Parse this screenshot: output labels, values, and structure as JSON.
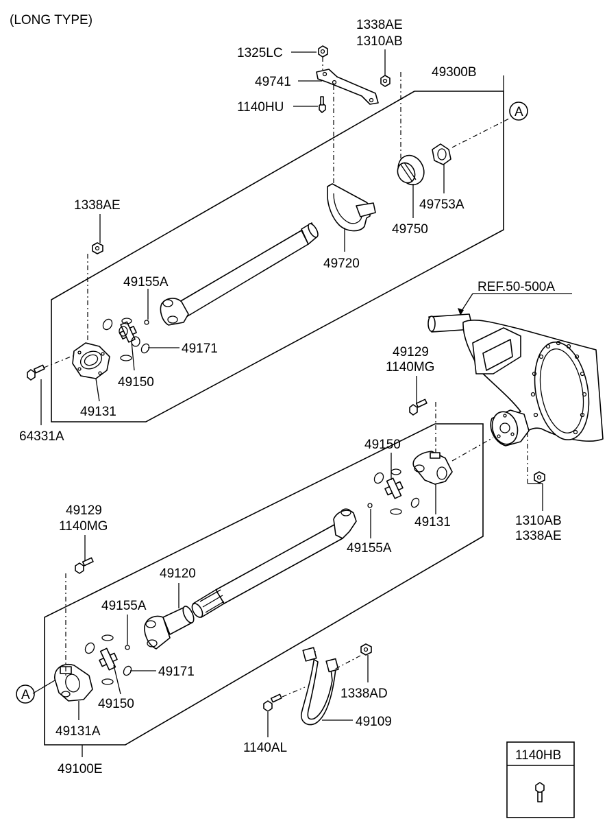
{
  "header": {
    "title": "(LONG TYPE)"
  },
  "labels": {
    "p1338AE_top": "1338AE",
    "p1310AB_top": "1310AB",
    "p1325LC": "1325LC",
    "p49741": "49741",
    "p1140HU": "1140HU",
    "p49300B": "49300B",
    "pA_top": "A",
    "p49753A": "49753A",
    "p49750": "49750",
    "p49720": "49720",
    "p1338AE_left": "1338AE",
    "p49155A_upper": "49155A",
    "p49171_upper": "49171",
    "p49150_upper": "49150",
    "p49131_upper": "49131",
    "p64331A": "64331A",
    "pREF": "REF.50-500A",
    "p49129_right": "49129",
    "p1140MG_right": "1140MG",
    "p49150_right": "49150",
    "p49131_right": "49131",
    "p49155A_right": "49155A",
    "p1310AB_right": "1310AB",
    "p1338AE_right": "1338AE",
    "p49129_left": "49129",
    "p1140MG_left": "1140MG",
    "p49120": "49120",
    "p49155A_lower": "49155A",
    "p49171_lower": "49171",
    "p49150_lower": "49150",
    "pA_bottom": "A",
    "p49131A": "49131A",
    "p49100E": "49100E",
    "p1338AD": "1338AD",
    "p49109": "49109",
    "p1140AL": "1140AL"
  },
  "legend_box": {
    "label": "1140HB"
  }
}
